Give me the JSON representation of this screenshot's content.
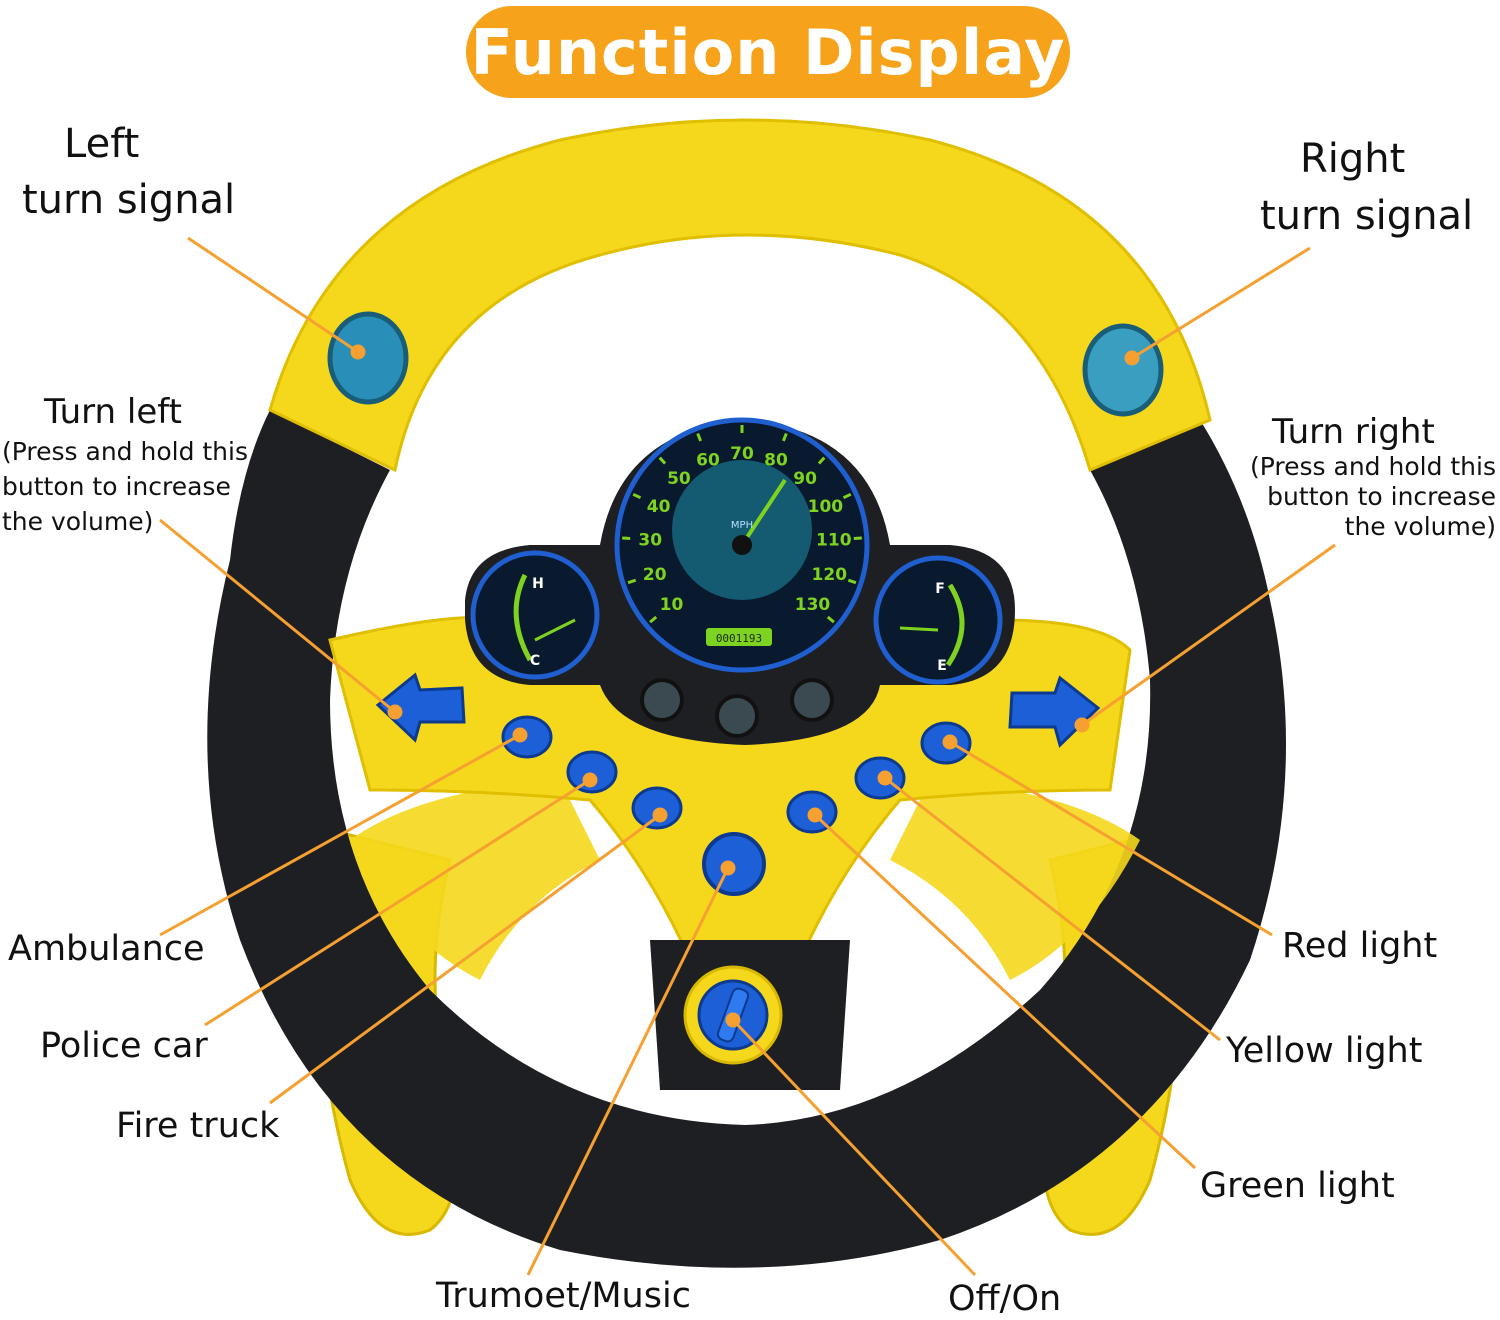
{
  "title": "Function Display",
  "labels": {
    "left_signal": {
      "line1": "Left",
      "line2": "turn signal"
    },
    "right_signal": {
      "line1": "Right",
      "line2": "turn signal"
    },
    "turn_left": {
      "main": "Turn left",
      "note1": "(Press and hold this",
      "note2": "button to increase",
      "note3": "the volume)"
    },
    "turn_right": {
      "main": "Turn right",
      "note1": "(Press and hold this",
      "note2": "button to increase",
      "note3": "the volume)"
    },
    "ambulance": "Ambulance",
    "police_car": "Police car",
    "fire_truck": "Fire truck",
    "trumpet_music": "Trumoet/Music",
    "off_on": "Off/On",
    "red_light": "Red light",
    "yellow_light": "Yellow light",
    "green_light": "Green light"
  },
  "speedometer": {
    "unit": "MPH",
    "ticks_outer": [
      "10",
      "20",
      "30",
      "40",
      "50",
      "60",
      "70",
      "80",
      "90",
      "100",
      "110",
      "120",
      "130"
    ],
    "odometer": "0001193"
  },
  "temp_gauge": {
    "top": "H",
    "bottom": "C"
  },
  "fuel_gauge": {
    "top": "F",
    "bottom": "E"
  },
  "colors": {
    "accent": "#f7a21b",
    "wheel_yellow": "#f5d81c",
    "wheel_black": "#1e1f22",
    "button_blue": "#1d5fd6",
    "gauge_green": "#7ed321",
    "leader": "#f5a030"
  }
}
